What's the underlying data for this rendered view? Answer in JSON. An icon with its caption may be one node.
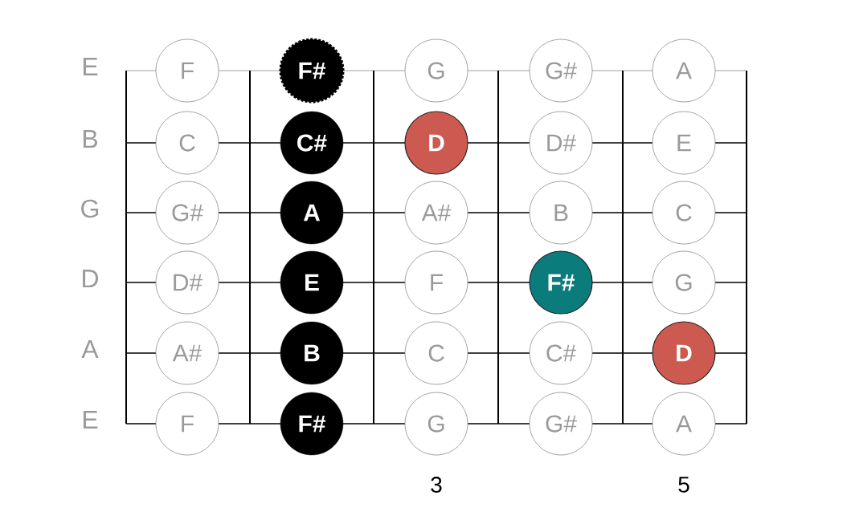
{
  "diagram": {
    "nodes": [
      {
        "text": [
          "F"
        ]
      },
      {
        "text": [
          "F#"
        ]
      },
      {
        "text": [
          "G"
        ]
      },
      {
        "text": [
          "G#"
        ]
      },
      {
        "text": [
          "A"
        ]
      },
      {
        "text": [
          "C"
        ]
      },
      {
        "text": [
          "C#"
        ]
      },
      {
        "text": [
          "D"
        ]
      },
      {
        "text": [
          "D#"
        ]
      },
      {
        "text": [
          "E"
        ]
      },
      {
        "text": [
          "G#"
        ]
      },
      {
        "text": [
          "A"
        ]
      },
      {
        "text": [
          "A#"
        ]
      },
      {
        "text": [
          "B"
        ]
      },
      {
        "text": [
          "C"
        ]
      },
      {
        "text": [
          "D#"
        ]
      },
      {
        "text": [
          "E"
        ]
      },
      {
        "text": [
          "F"
        ]
      },
      {
        "text": [
          "F#"
        ]
      },
      {
        "text": [
          "G"
        ]
      },
      {
        "text": [
          "A#"
        ]
      },
      {
        "text": [
          "B"
        ]
      },
      {
        "text": [
          "C"
        ]
      },
      {
        "text": [
          "C#"
        ]
      },
      {
        "text": [
          "D"
        ]
      },
      {
        "text": [
          "F"
        ]
      },
      {
        "text": [
          "F#"
        ]
      },
      {
        "text": [
          "G"
        ]
      },
      {
        "text": [
          "G#"
        ]
      },
      {
        "text": [
          "A"
        ]
      }
    ],
    "labels": [
      "E",
      "B",
      "G",
      "D",
      "A",
      "E",
      "3",
      "5"
    ]
  }
}
